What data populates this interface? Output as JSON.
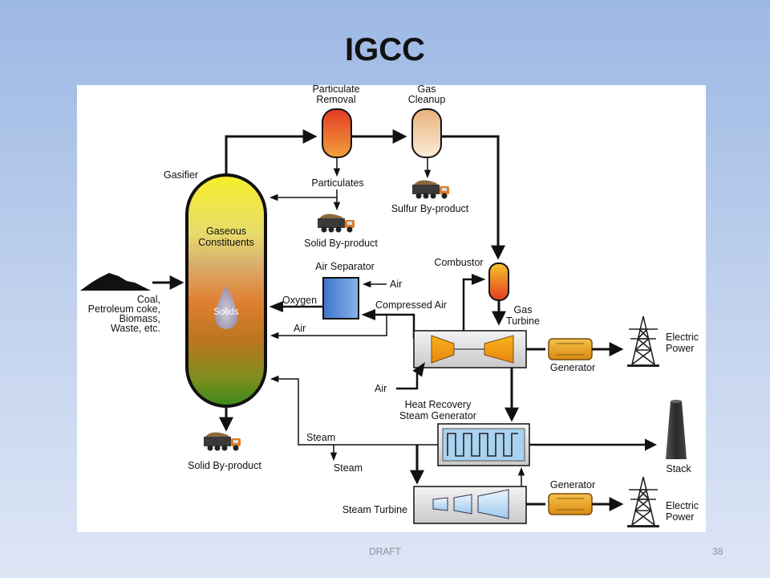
{
  "slide": {
    "title": "IGCC",
    "footer_left": "DRAFT",
    "page_number": "38"
  },
  "diagram": {
    "gasifier": {
      "label": "Gasifier",
      "zone_top": "Gaseous",
      "zone_top_2": "Constituents",
      "zone_mid": "Solids"
    },
    "feed": {
      "line1": "Coal,",
      "line2": "Petroleum coke,",
      "line3": "Biomass,",
      "line4": "Waste, etc."
    },
    "particulate_removal": {
      "line1": "Particulate",
      "line2": "Removal"
    },
    "gas_cleanup": {
      "line1": "Gas",
      "line2": "Cleanup"
    },
    "particulates": "Particulates",
    "solid_byproduct_top": "Solid By-product",
    "sulfur_byproduct": "Sulfur By-product",
    "air_separator": "Air Separator",
    "air_in": "Air",
    "oxygen": "Oxygen",
    "compressed_air": "Compressed Air",
    "air_to_gasifier": "Air",
    "combustor": "Combustor",
    "gas_turbine": {
      "line1": "Gas",
      "line2": "Turbine"
    },
    "generator_top": "Generator",
    "electric_power_top": {
      "line1": "Electric",
      "line2": "Power"
    },
    "air_to_turbine": "Air",
    "hrsg": {
      "line1": "Heat Recovery",
      "line2": "Steam Generator"
    },
    "steam_to_gasifier": "Steam",
    "steam_out": "Steam",
    "stack": "Stack",
    "solid_byproduct_bottom": "Solid By-product",
    "steam_turbine": "Steam Turbine",
    "generator_bottom": "Generator",
    "electric_power_bottom": {
      "line1": "Electric",
      "line2": "Power"
    }
  },
  "colors": {
    "background_top": "#9cb8e4",
    "background_bottom": "#dde6f5",
    "flow_line": "#111111",
    "air_separator": "#5b8fd6",
    "hrsg_fill": "#a9d2f0",
    "generator_fill": "#e8a21c",
    "truck_orange": "#e27a24"
  }
}
